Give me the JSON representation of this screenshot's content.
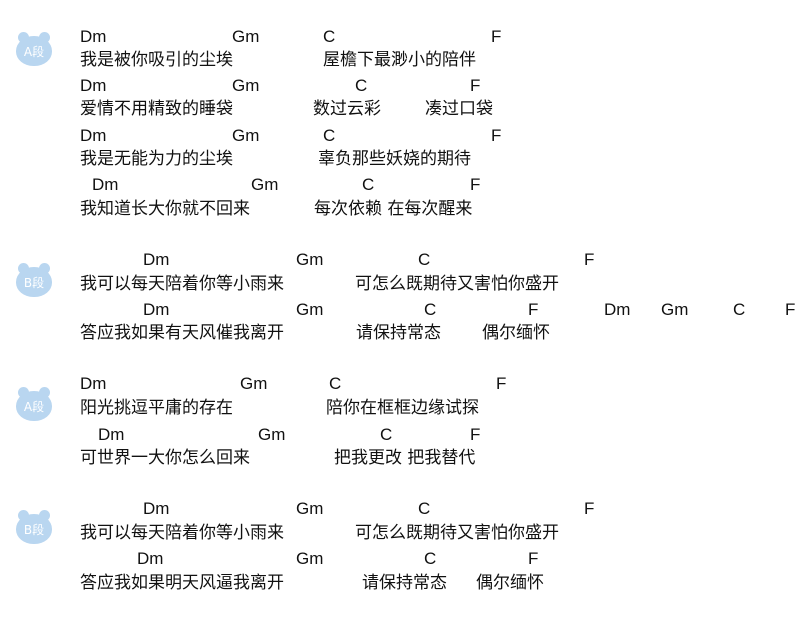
{
  "sections": [
    {
      "badge": "A段",
      "lines": [
        {
          "chords": [
            "Dm",
            "Gm",
            "C",
            "F"
          ],
          "lyrics": [
            "我是被你吸引的尘埃",
            "屋檐下最渺小的陪伴"
          ]
        },
        {
          "chords": [
            "Dm",
            "Gm",
            "C",
            "F"
          ],
          "lyrics": [
            "爱情不用精致的睡袋",
            "数过云彩",
            "凑过口袋"
          ]
        },
        {
          "chords": [
            "Dm",
            "Gm",
            "C",
            "F"
          ],
          "lyrics": [
            "我是无能为力的尘埃",
            "辜负那些妖娆的期待"
          ]
        },
        {
          "chords": [
            "Dm",
            "Gm",
            "C",
            "F"
          ],
          "lyrics": [
            "我知道长大你就不回来",
            "每次依赖 在每次醒来"
          ]
        }
      ]
    },
    {
      "badge": "B段",
      "lines": [
        {
          "chords": [
            "Dm",
            "Gm",
            "C",
            "F"
          ],
          "lyrics": [
            "我可以每天陪着你等小雨来",
            "可怎么既期待又害怕你盛开"
          ]
        },
        {
          "chords": [
            "Dm",
            "Gm",
            "C",
            "F",
            "Dm",
            "Gm",
            "C",
            "F"
          ],
          "lyrics": [
            "答应我如果有天风催我离开",
            "请保持常态",
            "偶尔缅怀"
          ]
        }
      ]
    },
    {
      "badge": "A段",
      "lines": [
        {
          "chords": [
            "Dm",
            "Gm",
            "C",
            "F"
          ],
          "lyrics": [
            "阳光挑逗平庸的存在",
            "陪你在框框边缘试探"
          ]
        },
        {
          "chords": [
            "Dm",
            "Gm",
            "C",
            "F"
          ],
          "lyrics": [
            "可世界一大你怎么回来",
            "把我更改 把我替代"
          ]
        }
      ]
    },
    {
      "badge": "B段",
      "lines": [
        {
          "chords": [
            "Dm",
            "Gm",
            "C",
            "F"
          ],
          "lyrics": [
            "我可以每天陪着你等小雨来",
            "可怎么既期待又害怕你盛开"
          ]
        },
        {
          "chords": [
            "Dm",
            "Gm",
            "C",
            "F"
          ],
          "lyrics": [
            "答应我如果明天风逼我离开",
            "请保持常态",
            "偶尔缅怀"
          ]
        }
      ]
    }
  ]
}
